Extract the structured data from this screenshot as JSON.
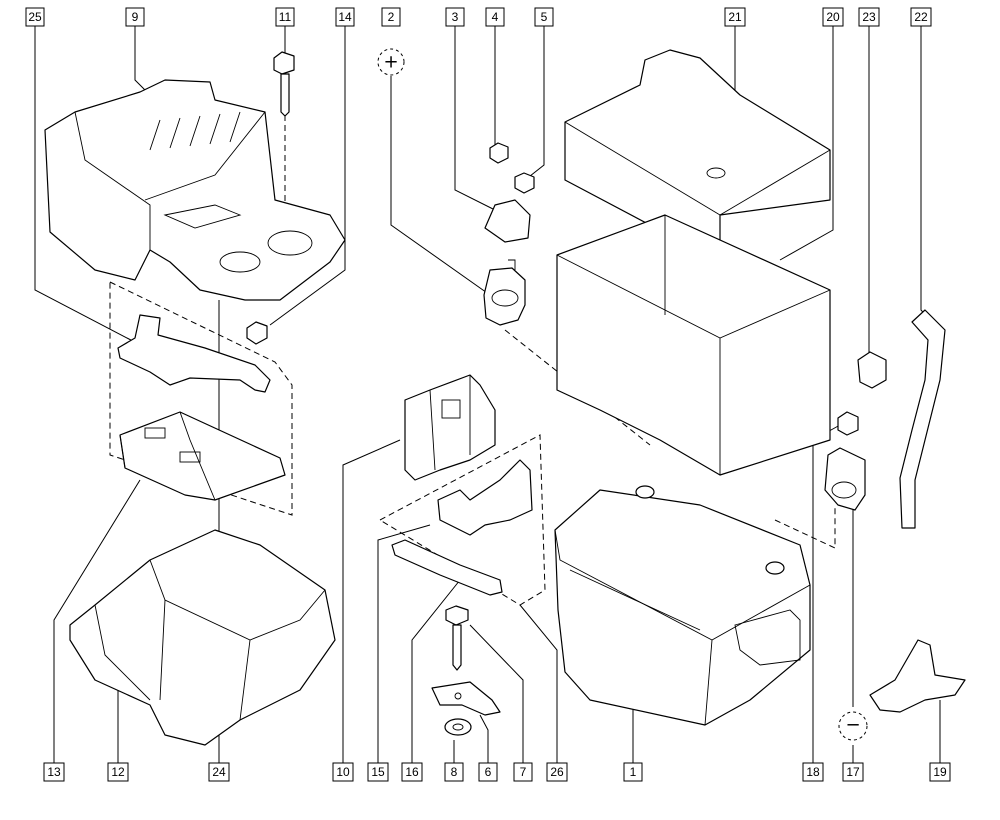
{
  "callouts": {
    "c1": "1",
    "c2": "2",
    "c3": "3",
    "c4": "4",
    "c5": "5",
    "c6": "6",
    "c7": "7",
    "c8": "8",
    "c9": "9",
    "c10": "10",
    "c11": "11",
    "c12": "12",
    "c13": "13",
    "c14": "14",
    "c15": "15",
    "c16": "16",
    "c17": "17",
    "c18": "18",
    "c19": "19",
    "c20": "20",
    "c21": "21",
    "c22": "22",
    "c23": "23",
    "c24": "24",
    "c25": "25",
    "c26": "26"
  },
  "polarity": {
    "positive": "+",
    "negative": "−"
  }
}
